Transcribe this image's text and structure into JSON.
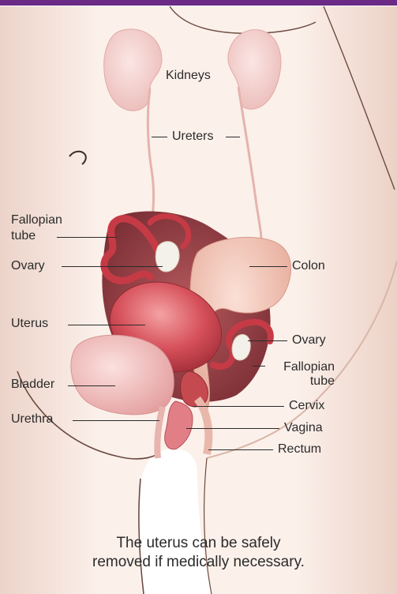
{
  "colors": {
    "top_band": "#6a2a86",
    "skin": "#f7e6de",
    "skin_shadow": "#e7c2b2",
    "organ_red": "#c9424b",
    "organ_dark": "#8e2a32",
    "organ_light": "#f0a7a6",
    "bladder": "#f2c3c0",
    "colon": "#f4c2b3",
    "ovary": "#f4f1ea",
    "line": "#2b2b2b"
  },
  "labels": {
    "kidneys": "Kidneys",
    "ureters": "Ureters",
    "fallopian_tube_left_1": "Fallopian",
    "fallopian_tube_left_2": "tube",
    "ovary_left": "Ovary",
    "colon": "Colon",
    "uterus": "Uterus",
    "ovary_right": "Ovary",
    "fallopian_tube_right_1": "Fallopian",
    "fallopian_tube_right_2": "tube",
    "bladder": "Bladder",
    "cervix": "Cervix",
    "urethra": "Urethra",
    "vagina": "Vagina",
    "rectum": "Rectum"
  },
  "caption": {
    "line1": "The uterus can be safely",
    "line2": "removed if medically necessary."
  }
}
